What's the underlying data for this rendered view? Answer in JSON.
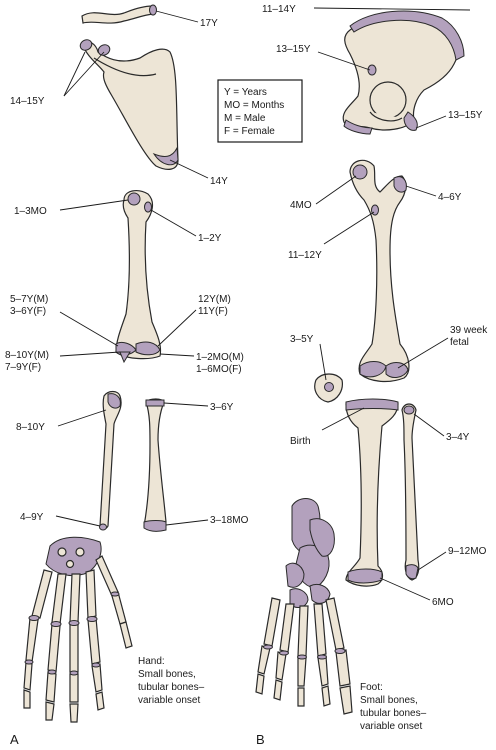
{
  "legend": {
    "years": "Y = Years",
    "months": "MO = Months",
    "male": "M = Male",
    "female": "F = Female"
  },
  "panels": {
    "a": "A",
    "b": "B"
  },
  "labels": {
    "clavicle": "17Y",
    "scapula_coracoid": "14–15Y",
    "scapula_border": "14Y",
    "humerus_head": "1–3MO",
    "humerus_tuberosity": "1–2Y",
    "humerus_medial_epicondyle_m": "5–7Y(M)",
    "humerus_medial_epicondyle_f": "3–6Y(F)",
    "humerus_lateral_m": "12Y(M)",
    "humerus_lateral_f": "11Y(F)",
    "humerus_trochlea_m": "8–10Y(M)",
    "humerus_trochlea_f": "7–9Y(F)",
    "humerus_capitulum_m": "1–2MO(M)",
    "humerus_capitulum_f": "1–6MO(F)",
    "ulna_proximal": "8–10Y",
    "radius_proximal": "3–6Y",
    "ulna_distal": "4–9Y",
    "radius_distal": "3–18MO",
    "hand_note_1": "Hand:",
    "hand_note_2": "Small bones,",
    "hand_note_3": "tubular bones–",
    "hand_note_4": "variable onset",
    "pelvis_crest": "11–14Y",
    "pelvis_acetabulum": "13–15Y",
    "pelvis_ischium": "13–15Y",
    "femur_head": "4MO",
    "femur_greater_trochanter": "4–6Y",
    "femur_lesser_trochanter": "11–12Y",
    "femur_distal": "39 week",
    "femur_distal_2": "fetal",
    "patella": "3–5Y",
    "tibia_proximal": "Birth",
    "fibula_proximal": "3–4Y",
    "fibula_distal": "9–12MO",
    "tibia_distal": "6MO",
    "foot_note_1": "Foot:",
    "foot_note_2": "Small bones,",
    "foot_note_3": "tubular bones–",
    "foot_note_4": "variable onset"
  },
  "colors": {
    "bone": "#ede5d6",
    "ossification_center": "#b3a1bd",
    "ink": "#1a1a1a"
  }
}
